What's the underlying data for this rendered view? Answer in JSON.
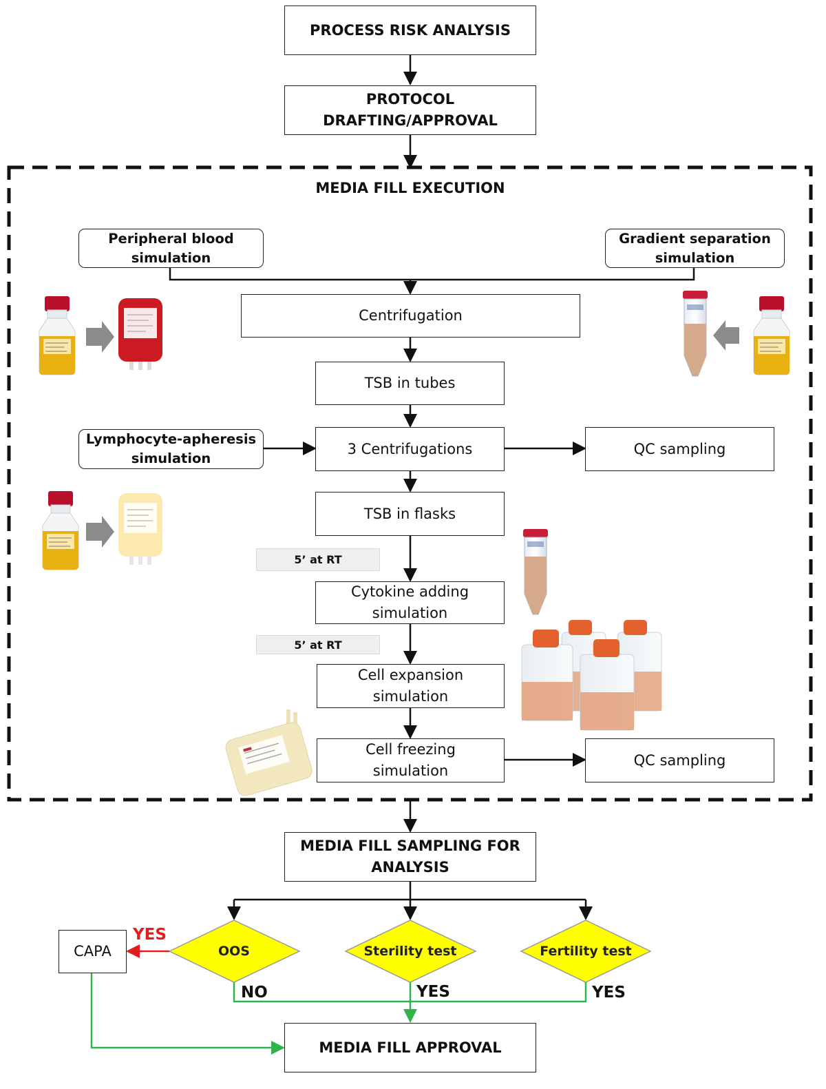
{
  "diagram": {
    "steps": {
      "risk_analysis": "PROCESS RISK ANALYSIS",
      "protocol": [
        "PROTOCOL",
        "DRAFTING/APPROVAL"
      ],
      "media_fill_execution": "MEDIA FILL EXECUTION",
      "peripheral_blood": [
        "Peripheral blood",
        "simulation"
      ],
      "gradient_separation": [
        "Gradient separation",
        "simulation"
      ],
      "centrifugation": "Centrifugation",
      "tsb_tubes": "TSB in tubes",
      "lymphocyte_apheresis": [
        "Lymphocyte-apheresis",
        "simulation"
      ],
      "three_centrifugations": "3 Centrifugations",
      "qc_sampling_1": "QC sampling",
      "tsb_flasks": "TSB in flasks",
      "time_1": "5’ at RT",
      "cytokine_adding": [
        "Cytokine adding",
        "simulation"
      ],
      "time_2": "5’ at RT",
      "cell_expansion": [
        "Cell expansion",
        "simulation"
      ],
      "cell_freezing": [
        "Cell freezing",
        "simulation"
      ],
      "qc_sampling_2": "QC sampling",
      "media_fill_sampling": [
        "MEDIA FILL SAMPLING FOR",
        "ANALYSIS"
      ],
      "capa": "CAPA",
      "oos": "OOS",
      "sterility_test": "Sterility test",
      "fertility_test": "Fertility test",
      "media_fill_approval": "MEDIA FILL APPROVAL"
    },
    "answers": {
      "oos_yes": "YES",
      "oos_no": "NO",
      "sterility_yes": "YES",
      "fertility_yes": "YES"
    },
    "colors": {
      "line": "#111111",
      "decision_fill": "#ffff00",
      "approve_line": "#2fb34a",
      "reject_line": "#e01e1e",
      "bottle_liquid": "#e8b010",
      "bottle_cap": "#b8102a",
      "blood_bag": "#cc1a22",
      "plasma_bag": "#fbe9b0",
      "tube_liquid": "#d4a98c",
      "flask_cap": "#e2612c",
      "flask_liquid": "#e4a480"
    },
    "icons": [
      "media-bottle-icon",
      "blood-bag-icon",
      "conical-tube-icon",
      "plasma-bag-icon",
      "culture-flask-icon",
      "freezing-bag-icon"
    ]
  }
}
